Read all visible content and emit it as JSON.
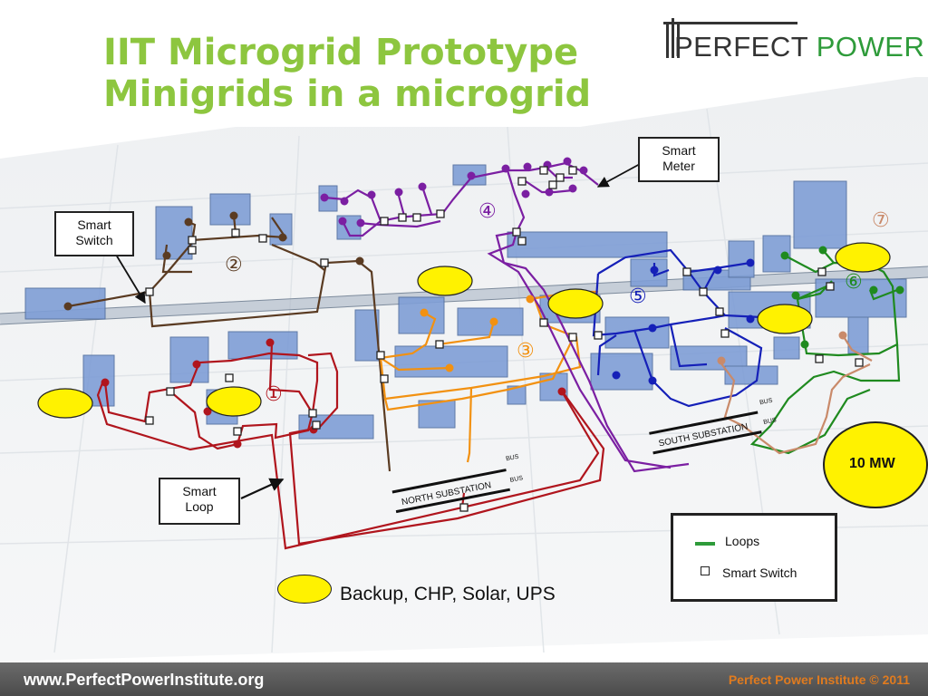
{
  "title": {
    "line1": "IIT Microgrid Prototype",
    "line2": "Minigrids in a microgrid"
  },
  "logo": {
    "word1": "PERFECT",
    "word2": "POWER"
  },
  "callouts": {
    "smart_meter": [
      "Smart",
      "Meter"
    ],
    "smart_switch": [
      "Smart",
      "Switch"
    ],
    "smart_loop": [
      "Smart",
      "Loop"
    ]
  },
  "loop_numbers": [
    "①",
    "②",
    "③",
    "④",
    "⑤",
    "⑥",
    "⑦"
  ],
  "substations": {
    "north": "NORTH SUBSTATION",
    "south": "SOUTH SUBSTATION",
    "bus": "BUS"
  },
  "legend": {
    "loops": "Loops",
    "smart_switch": "Smart Switch"
  },
  "backup_label": "Backup, CHP, Solar, UPS",
  "capacity_label": "10 MW",
  "footer": {
    "url": "www.PerfectPowerInstitute.org",
    "copyright": "Perfect Power Institute © 2011"
  },
  "colors": {
    "title": "#8dc63f",
    "loop1": "#b0151d",
    "loop2": "#5a3b22",
    "loop3": "#f29111",
    "loop4": "#7b1fa2",
    "loop5": "#1520b8",
    "loop6": "#1f8a1f",
    "loop7": "#c98a6a",
    "backup": "#fff200"
  }
}
